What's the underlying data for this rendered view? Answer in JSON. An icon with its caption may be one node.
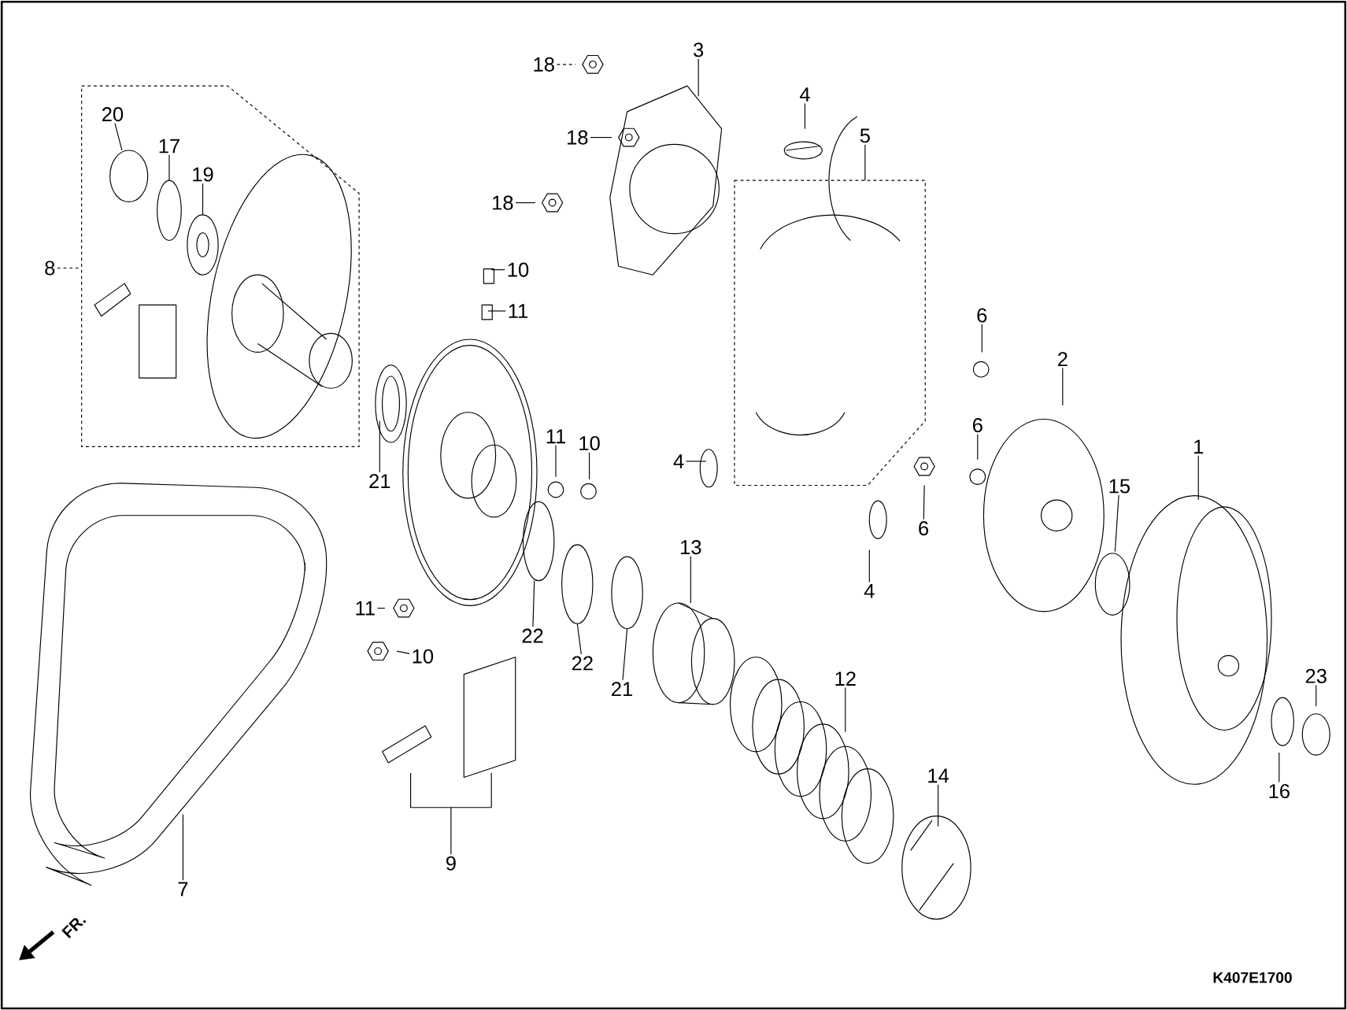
{
  "diagram": {
    "nodes": [
      {
        "text": [
          "18"
        ]
      },
      {
        "text": [
          "3"
        ]
      },
      {
        "text": [
          "4"
        ]
      },
      {
        "text": [
          "18"
        ]
      },
      {
        "text": [
          "5"
        ]
      },
      {
        "text": [
          "20"
        ]
      },
      {
        "text": [
          "17"
        ]
      },
      {
        "text": [
          "19"
        ]
      },
      {
        "text": [
          "18"
        ]
      },
      {
        "text": [
          "8"
        ]
      },
      {
        "text": [
          "10"
        ]
      },
      {
        "text": [
          "11"
        ]
      },
      {
        "text": [
          "6"
        ]
      },
      {
        "text": [
          "2"
        ]
      },
      {
        "text": [
          "6"
        ]
      },
      {
        "text": [
          "1"
        ]
      },
      {
        "text": [
          "11"
        ]
      },
      {
        "text": [
          "10"
        ]
      },
      {
        "text": [
          "4"
        ]
      },
      {
        "text": [
          "21"
        ]
      },
      {
        "text": [
          "15"
        ]
      },
      {
        "text": [
          "6"
        ]
      },
      {
        "text": [
          "13"
        ]
      },
      {
        "text": [
          "4"
        ]
      },
      {
        "text": [
          "11"
        ]
      },
      {
        "text": [
          "22"
        ]
      },
      {
        "text": [
          "10"
        ]
      },
      {
        "text": [
          "22"
        ]
      },
      {
        "text": [
          "12"
        ]
      },
      {
        "text": [
          "21"
        ]
      },
      {
        "text": [
          "23"
        ]
      },
      {
        "text": [
          "14"
        ]
      },
      {
        "text": [
          "16"
        ]
      },
      {
        "text": [
          "9"
        ]
      },
      {
        "text": [
          "7"
        ]
      }
    ],
    "edges": [
      {
        "from": 0,
        "to": null,
        "arrow": "none",
        "style": "dashed"
      },
      {
        "from": 1,
        "to": null,
        "arrow": "none"
      },
      {
        "from": 2,
        "to": null,
        "arrow": "none"
      },
      {
        "from": 3,
        "to": null,
        "arrow": "none"
      },
      {
        "from": 4,
        "to": null,
        "arrow": "none"
      },
      {
        "from": 5,
        "to": null,
        "arrow": "none"
      },
      {
        "from": 6,
        "to": null,
        "arrow": "none"
      },
      {
        "from": 7,
        "to": null,
        "arrow": "none"
      },
      {
        "from": 8,
        "to": null,
        "arrow": "none"
      },
      {
        "from": 9,
        "to": null,
        "arrow": "none",
        "style": "dashed"
      },
      {
        "from": 10,
        "to": null,
        "arrow": "none"
      },
      {
        "from": 11,
        "to": null,
        "arrow": "none"
      },
      {
        "from": 12,
        "to": null,
        "arrow": "none"
      },
      {
        "from": 13,
        "to": null,
        "arrow": "none"
      },
      {
        "from": 14,
        "to": null,
        "arrow": "none"
      },
      {
        "from": 15,
        "to": null,
        "arrow": "none"
      },
      {
        "from": 16,
        "to": null,
        "arrow": "none"
      },
      {
        "from": 17,
        "to": null,
        "arrow": "none"
      },
      {
        "from": 18,
        "to": null,
        "arrow": "none"
      },
      {
        "from": 19,
        "to": null,
        "arrow": "none"
      },
      {
        "from": 20,
        "to": null,
        "arrow": "none"
      },
      {
        "from": 21,
        "to": null,
        "arrow": "none"
      },
      {
        "from": 22,
        "to": null,
        "arrow": "none"
      },
      {
        "from": 23,
        "to": null,
        "arrow": "none"
      },
      {
        "from": 24,
        "to": null,
        "arrow": "none"
      },
      {
        "from": 25,
        "to": null,
        "arrow": "none"
      },
      {
        "from": 26,
        "to": null,
        "arrow": "none"
      },
      {
        "from": 27,
        "to": null,
        "arrow": "none"
      },
      {
        "from": 28,
        "to": null,
        "arrow": "none"
      },
      {
        "from": 29,
        "to": null,
        "arrow": "none"
      },
      {
        "from": 30,
        "to": null,
        "arrow": "none"
      },
      {
        "from": 31,
        "to": null,
        "arrow": "none"
      },
      {
        "from": 32,
        "to": null,
        "arrow": "none"
      },
      {
        "from": 33,
        "to": null,
        "arrow": "none"
      },
      {
        "from": 34,
        "to": null,
        "arrow": "none"
      }
    ],
    "labels": [
      "FR.",
      "K407E1700"
    ]
  }
}
